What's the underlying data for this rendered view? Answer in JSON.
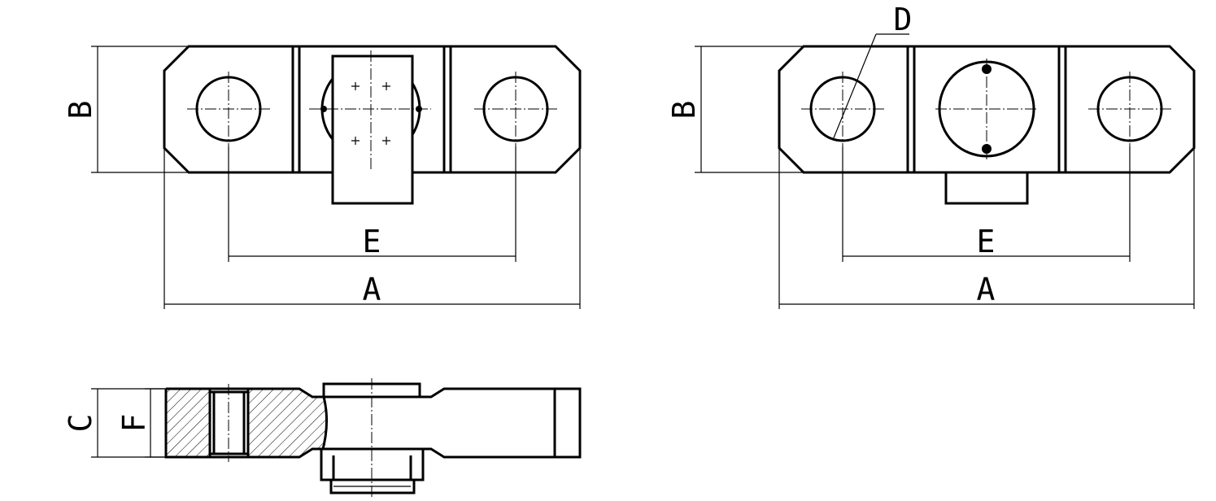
{
  "drawing": {
    "labels": {
      "A": "A",
      "B": "B",
      "C": "C",
      "D": "D",
      "E": "E",
      "F": "F"
    },
    "line_color": "#000000",
    "background": "#ffffff"
  }
}
